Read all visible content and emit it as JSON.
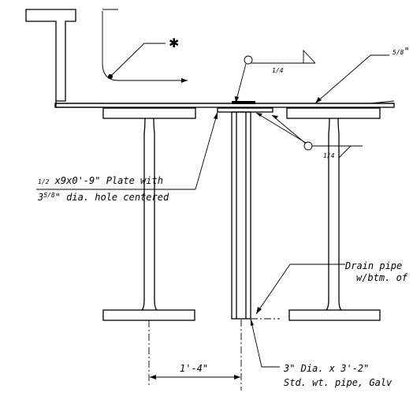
{
  "weld_symbols": {
    "field_weld_mark": "✱",
    "fillet_size_top": "1/4",
    "fillet_size_bottom": "1/4"
  },
  "labels": {
    "beam_note_frac": "5/8",
    "beam_note_text": "\" B",
    "plate_frac": "1/2",
    "plate_line1_rest": " x9x0'-9\" Plate with",
    "plate_hole_int": "3",
    "plate_hole_frac": "5/8",
    "plate_line2_rest": "\" dia. hole centered",
    "drain_line1": "Drain pipe",
    "drain_line2": "w/btm. of",
    "dimension": "1'-4\"",
    "pipe_line1": "3\" Dia. x 3'-2\"",
    "pipe_line2": "Std. wt. pipe, Galv"
  }
}
